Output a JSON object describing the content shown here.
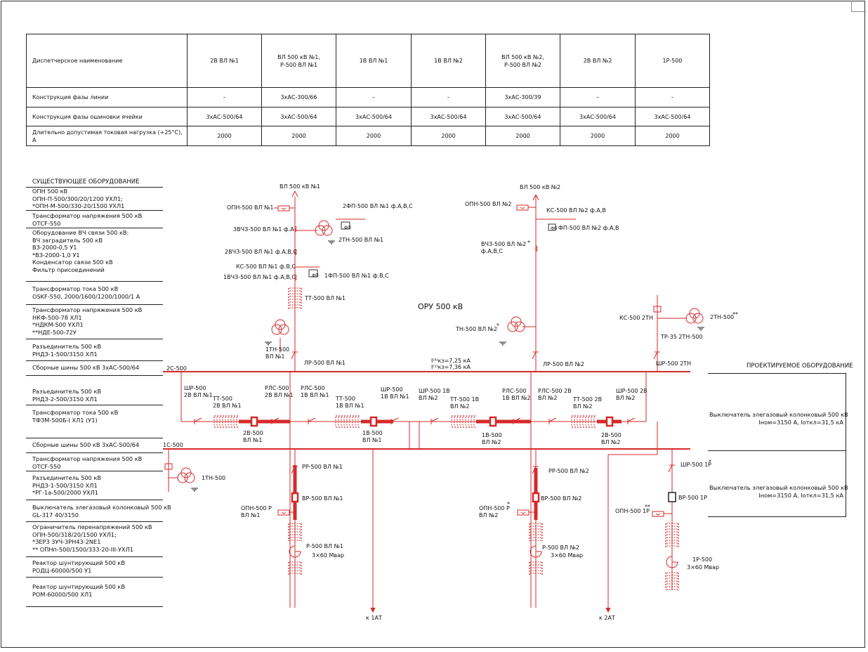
{
  "table": {
    "header_label": "Диспетчерское наименование",
    "columns": [
      "2В ВЛ №1",
      "ВЛ 500 кВ №1,\nР-500 ВЛ №1",
      "1В ВЛ №1",
      "1В ВЛ №2",
      "ВЛ 500 кВ №2,\nР-500 ВЛ №2",
      "2В ВЛ №2",
      "1Р-500"
    ],
    "rows": [
      {
        "label": "Конструкция фазы линии",
        "values": [
          "–",
          "3хАС-300/66",
          "–",
          "–",
          "3хАС-300/39",
          "–",
          "–"
        ]
      },
      {
        "label": "Конструкция фазы ошиновки ячейки",
        "values": [
          "3хАС-500/64",
          "3хАС-500/64",
          "3хАС-500/64",
          "3хАС-500/64",
          "3хАС-500/64",
          "3хАС-500/64",
          "3хАС-500/64"
        ]
      },
      {
        "label": "Длительно допустимая токовая нагрузка (+25°С), А",
        "values": [
          "2000",
          "2000",
          "2000",
          "2000",
          "2000",
          "2000",
          "2000"
        ]
      }
    ]
  },
  "legend_existing": {
    "title": "СУЩЕСТВУЮЩЕЕ ОБОРУДОВАНИЕ",
    "items": [
      "ОПН 500 кВ\nОПН-П-500/300/20/1200 УХЛ1;\n*ОПН-М-500/330-20/1500 УХЛ1",
      "Трансформатор напряжения 500 кВ\nОТСF-550",
      "Оборудование ВЧ связи 500 кВ:\nВЧ заградитель 500 кВ\nВЗ-2000-0,5 У1\n*ВЗ-2000-1,0 У1\nКонденсатор связи 500 кВ\nФильтр присоединений",
      "Трансформатор тока 500 кВ\nOSKF-550, 2000/1600/1200/1000/1 А",
      "Трансформатор напряжения 500 кВ\nНКФ-500-78 ХЛ1\n*НДКМ-500 УХЛ1\n**НДЕ-500-72У",
      "Разъединитель 500 кВ\nРНДЗ-1-500/3150 ХЛ1",
      "Сборные шины 500 кВ 3хАС-500/64",
      "Разъединитель 500 кВ\nРНДЗ-2-500/3150 ХЛ1",
      "Трансформатор тока 500 кВ\nТФЗМ-500Б-I ХЛ1 (У1)",
      "Сборные шины 500 кВ 3хАС-500/64",
      "Трансформатор напряжения 500 кВ\nОТСF-550",
      "Разъединитель 500 кВ\nРНДЗ-1-500/3150 ХЛ1\n*РГ-1а-500/2000 УХЛ1",
      "Выключатель элегазовый колонковый 500 кВ\nGL-317 40/3150",
      "Ограничитель перенапряжений 500 кВ\nОПН-500/318/20/1500 УХЛ1;\n*ЗЕР3 3УЧ-3РН43-2NE1\n** ОПНп-500/1500/333-20-III-УХЛ1",
      "Реактор шунтирующий 500 кВ\nРОДЦ-60000/500 У1",
      "Реактор шунтирующий 500 кВ\nРОМ-60000/500 ХЛ1"
    ]
  },
  "legend_projected": {
    "title": "ПРОЕКТИРУЕМОЕ ОБОРУДОВАНИЕ",
    "items": [
      "Выключатель элегазовый колонковый 500 кВ\nIном=3150 А, Iоткл=31,5 кА",
      "Выключатель элегазовый колонковый 500 кВ\nIном=3150 А, Iоткл=31,5 кА"
    ]
  },
  "scheme": {
    "substation": "ОРУ 500 кВ",
    "short_circuit": [
      "I⁽³⁾кз=7,25 кА",
      "I⁽¹⁾кз=7,36 кА"
    ],
    "bus_2": "2С-500",
    "bus_1": "1С-500",
    "line1": {
      "name": "ВЛ 500 кВ №1",
      "opn": "ОПН-500 ВЛ №1",
      "fp2": "2ФП-500 ВЛ №1 ф.А,В,С",
      "vchz3": "3ВЧЗ-500 ВЛ №1 ф.А",
      "tn2": "2ТН-500 ВЛ №1",
      "vchz2": "2ВЧЗ-500 ВЛ №1 ф.А,В,С",
      "ks": "КС-500 ВЛ №1 ф.В,С",
      "vchz1": "1ВЧЗ-500 ВЛ №1 ф.А,В,С",
      "fp1": "1ФП-500 ВЛ №1 ф.В,С",
      "fp_box": "ФП",
      "tt": "ТТ-500 ВЛ №1",
      "tn1": "1ТН-500\nВЛ №1",
      "lr": "ЛР-500 ВЛ №1",
      "rr": "РР-500 ВЛ №1",
      "vr": "ВР-500 ВЛ №1",
      "opn_r": "ОПН-500 Р\nВЛ №1",
      "reactor": "Р-500 ВЛ №1",
      "reactor_power": "3×60 Мвар"
    },
    "line2": {
      "name": "ВЛ 500 кВ №2",
      "opn": "ОПН-500 ВЛ №2",
      "ks": "КС-500 ВЛ №2 ф.А,В",
      "fp": "ФП-500 ВЛ №2 ф.А,В",
      "fp_box": "ФП",
      "vchz": "ВЧЗ-500 ВЛ №2\nф.А,В,С",
      "tn": "ТН-500 ВЛ №2",
      "lr": "ЛР-500 ВЛ №2",
      "rr": "РР-500 ВЛ №2",
      "vr": "ВР-500 ВЛ №2",
      "opn_r": "ОПН-500 Р\nВЛ №2",
      "reactor": "Р-500 ВЛ №2",
      "reactor_power": "3×60 Мвар"
    },
    "tn2_cell": {
      "ks": "КС-500 2ТН",
      "tn": "2ТН-500",
      "tr": "ТР-35 2ТН-500",
      "shr": "ШР-500 2ТН"
    },
    "tn1_cell": {
      "tn": "1ТН-500"
    },
    "bay1": {
      "shr_2v": "ШР-500\n2В ВЛ №1",
      "tt_2v": "ТТ-500\n2В ВЛ №1",
      "rls_2v": "РЛС-500\n2В ВЛ №1",
      "breaker_2v": "2В-500\nВЛ №1",
      "rls_1v": "РЛС-500\n1В ВЛ №1",
      "tt_1v": "ТТ-500\n1В ВЛ №1",
      "shr_1v": "ШР-500\n1В ВЛ №1",
      "breaker_1v": "1В-500\nВЛ №1"
    },
    "bay2": {
      "shr_1v": "ШР-500 1В\nВЛ №2",
      "tt_1v": "ТТ-500 1В\nВЛ №2",
      "rls_1v": "РЛС-500\n1В ВЛ №2",
      "breaker_1v": "1В-500\nВЛ №2",
      "rls_2v": "РЛС-500 2В\nВЛ №2",
      "tt_2v": "ТТ-500 2В\nВЛ №2",
      "shr_2v": "ШР-500 2В\nВЛ №2",
      "breaker_2v": "2В-500\nВЛ №2"
    },
    "reactor_1p": {
      "shr": "ШР-500 1Р",
      "vr": "ВР-500 1Р",
      "opn": "ОПН-500 1Р",
      "name": "1Р-500",
      "power": "3×60 Мвар"
    },
    "to_1at": "к 1АТ",
    "to_2at": "к 2АТ",
    "marks": {
      "one": "*",
      "two": "**"
    }
  },
  "colors": {
    "line": "#d42a2a",
    "text": "#111111"
  }
}
